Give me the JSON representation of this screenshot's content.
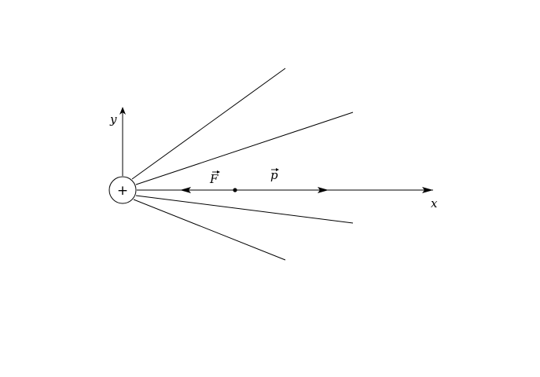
{
  "diagram": {
    "axis_x_label": "x",
    "axis_y_label": "y",
    "charge_symbol": "+",
    "force_label": "F",
    "momentum_label": "p",
    "stroke_color": "#000000",
    "background_color": "#ffffff"
  }
}
